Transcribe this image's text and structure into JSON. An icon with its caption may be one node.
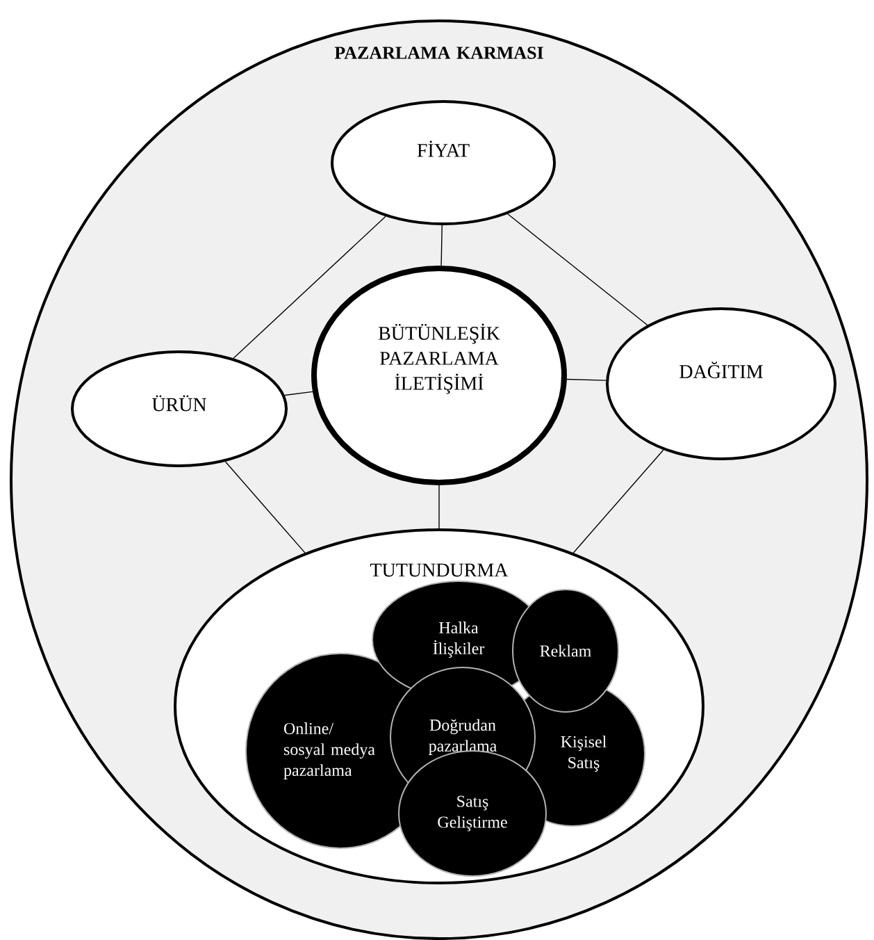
{
  "diagram": {
    "nodes": [
      {
        "text": [
          "PAZARLAMA KARMASI"
        ]
      },
      {
        "text": [
          "FİYAT"
        ],
        "in": 0
      },
      {
        "text": [
          "ÜRÜN"
        ],
        "in": 0
      },
      {
        "text": [
          "BÜTÜNLEŞİK PAZARLAMA İLETİŞİMİ"
        ],
        "in": 0
      },
      {
        "text": [
          "DAĞITIM"
        ],
        "in": 0
      },
      {
        "text": [
          "TUTUNDURMA"
        ],
        "in": 0
      },
      {
        "text": [
          "Halka İlişkiler"
        ],
        "in": 5
      },
      {
        "text": [
          "Reklam"
        ],
        "in": 5
      },
      {
        "text": [
          "Online/ sosyal medya pazarlama"
        ],
        "in": 5
      },
      {
        "text": [
          "Doğrudan pazarlama"
        ],
        "in": 5
      },
      {
        "text": [
          "Kişisel Satış"
        ],
        "in": 5
      },
      {
        "text": [
          "Satış Geliştirme"
        ],
        "in": 5
      }
    ],
    "edges": [
      {
        "from": 1,
        "to": 2,
        "arrow": "none"
      },
      {
        "from": 1,
        "to": 4,
        "arrow": "none"
      },
      {
        "from": 1,
        "to": 3,
        "arrow": "none"
      },
      {
        "from": 2,
        "to": 3,
        "arrow": "none"
      },
      {
        "from": 3,
        "to": 4,
        "arrow": "none"
      },
      {
        "from": 3,
        "to": 5,
        "arrow": "none"
      },
      {
        "from": 2,
        "to": 5,
        "arrow": "none"
      },
      {
        "from": 4,
        "to": 5,
        "arrow": "none"
      }
    ]
  }
}
